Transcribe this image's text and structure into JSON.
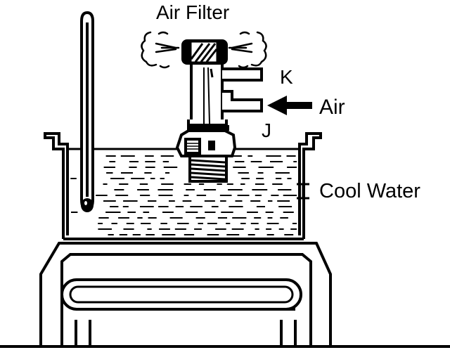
{
  "labels": {
    "air_filter": "Air Filter",
    "port_k": "K",
    "air": "Air",
    "port_j": "J",
    "cool_water": "Cool Water"
  },
  "colors": {
    "ink": "#000000",
    "paper": "#ffffff"
  }
}
